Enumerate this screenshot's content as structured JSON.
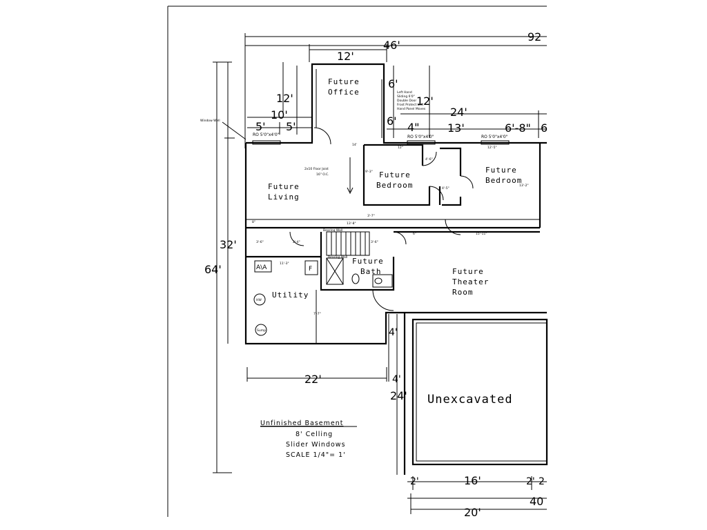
{
  "rooms": {
    "office": [
      "Future",
      "Office"
    ],
    "living": [
      "Future",
      "Living"
    ],
    "bedroom1": [
      "Future",
      "Bedroom"
    ],
    "bedroom2": [
      "Future",
      "Bedroom"
    ],
    "bath": [
      "Future",
      "Bath"
    ],
    "theater": [
      "Future",
      "Theater",
      "Room"
    ],
    "utility": "Utility",
    "unexcavated": "Unexcavated"
  },
  "dimensions": {
    "top_92": "92",
    "top_46": "46'",
    "top_12": "12'",
    "left_12": "12'",
    "left_10": "10'",
    "left_5a": "5'",
    "left_5b": "5'",
    "right_6": "6'",
    "right_12": "12'",
    "right_24": "24'",
    "mid_6": "6'",
    "mid_4": "4\"",
    "mid_13": "13'",
    "mid_6_8": "6'-8\"",
    "mid_6b": "6",
    "side_32": "32'",
    "side_64": "64'",
    "bottom_22": "22'",
    "bottom_4a": "4'",
    "bottom_4b": "4'",
    "bottom_24": "24'",
    "bottom_2a": "2'",
    "bottom_16": "16'",
    "bottom_2b": "2'",
    "bottom_2c": "2",
    "bottom_40": "40",
    "bottom_20": "20'"
  },
  "small_labels": {
    "rough_opening_1": "RO 5'0\"x4'0\"",
    "rough_opening_2": "RO 5'0\"x4'0\"",
    "rough_opening_3": "RO 5'0\"x4'0\"",
    "window_well_note": "Window Well",
    "floor_joist_1": "2x10 Floor Joist",
    "floor_joist_2": "16\" O.C.",
    "slider_note_1": "Left Hand",
    "slider_note_2": "Sliding 6'0\"",
    "slider_note_3": "Double Door",
    "slider_note_4": "Frost Protect Left",
    "slider_note_5": "Hand Panel Moves",
    "d_12": "12\"",
    "d_12_5": "12'-5\"",
    "d_9_3": "9'-3\"",
    "d_4_6": "4'-6\"",
    "d_4_5": "4'-5\"",
    "d_13_2": "13'-2\"",
    "d_3_7": "3'-7\"",
    "d_13_8": "13'-8\"",
    "d_3_6a": "3'-6\"",
    "d_3_6b": "3'-6\"",
    "d_2_4": "2'-4\"",
    "d_6": "6\"",
    "d_15_11": "15'-11\"",
    "d_11_3": "11'-3\"",
    "d_7_7": "7'-7\"",
    "d_8": "8\"",
    "bearing_wall_1": "Bearing Wall",
    "bearing_wall_2": "Bearing Wall",
    "d_14": "14'"
  },
  "fixtures": {
    "air_handler": "A\\A",
    "furnace": "F",
    "water_heater": "HW",
    "sump": "Sump"
  },
  "notes": {
    "title": "Unfinished Basement",
    "ceiling": "8' Celling",
    "windows": "Slider Windows",
    "scale": "SCALE 1/4\"= 1'"
  }
}
